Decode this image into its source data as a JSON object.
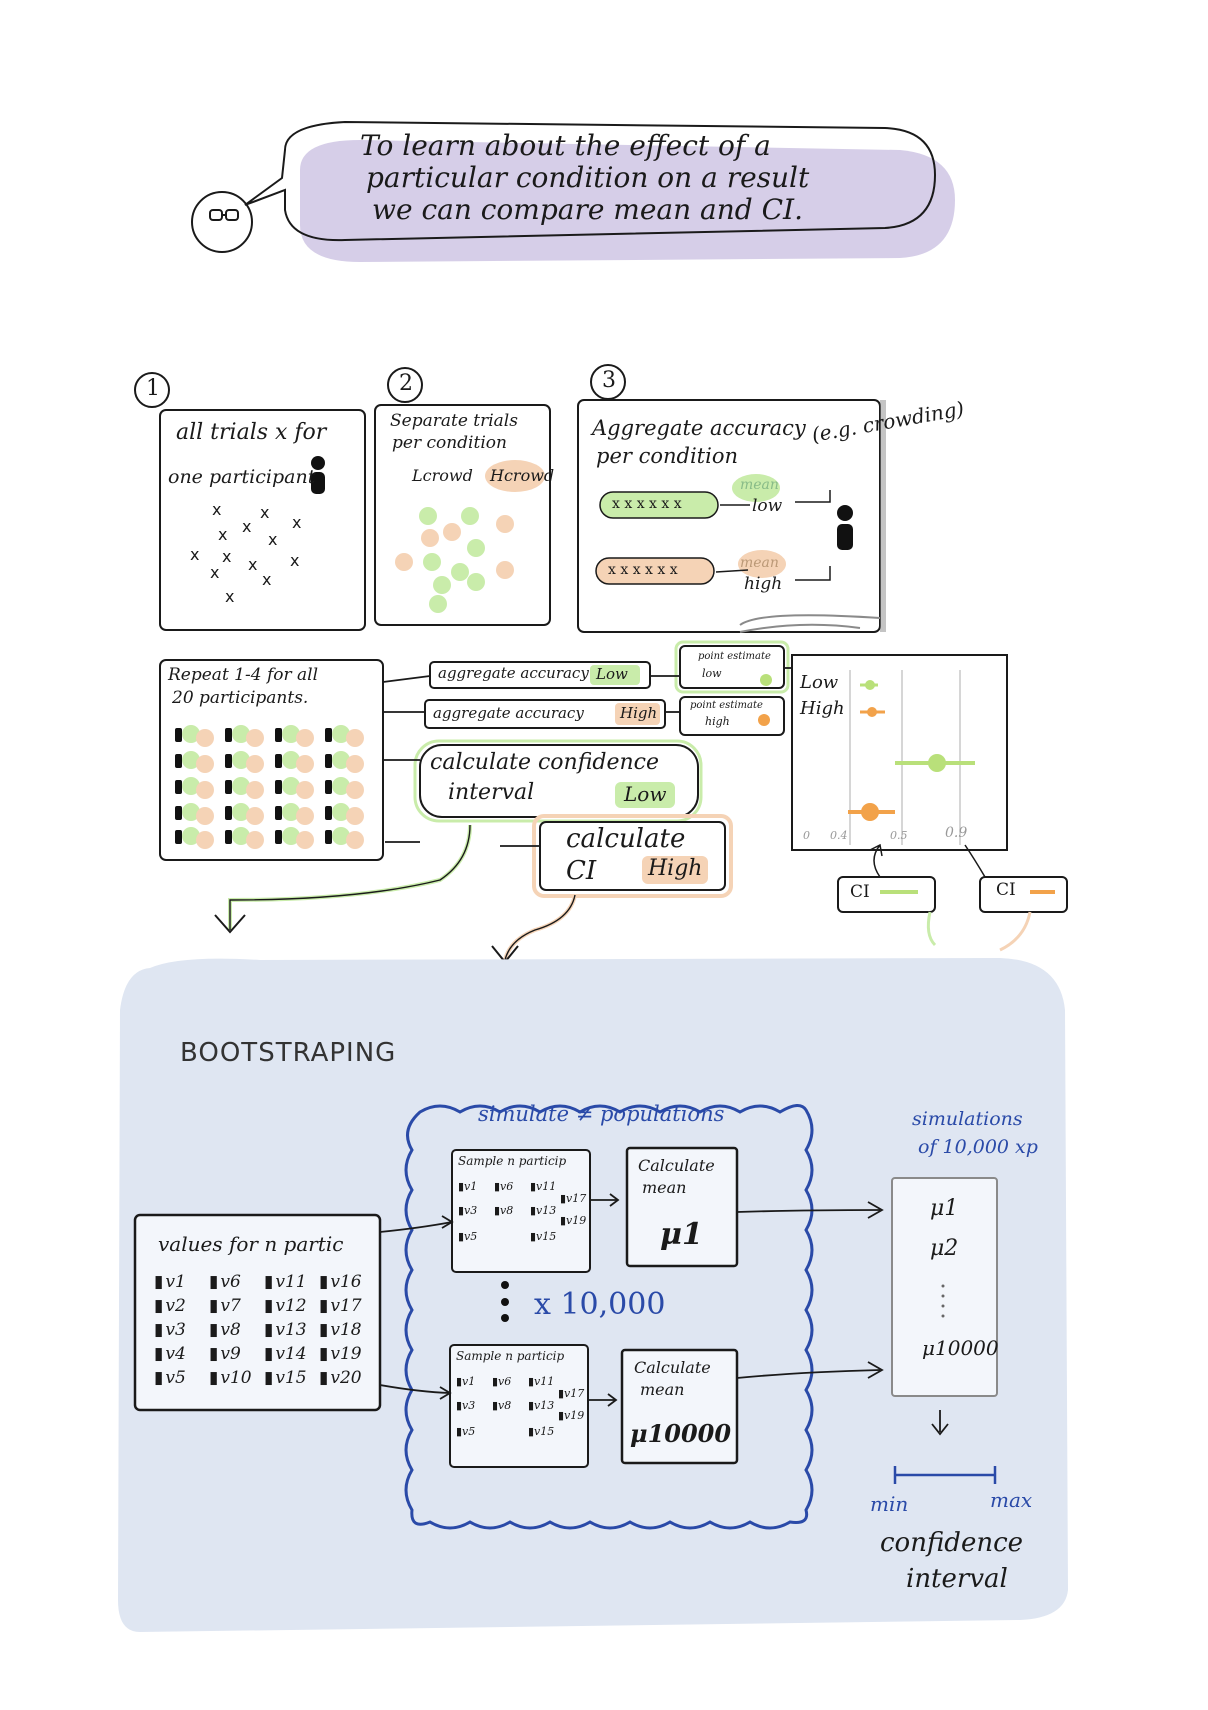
{
  "speech": {
    "line1": "To learn about the effect of a",
    "line2": "particular condition on a result",
    "line3": "we can compare mean and CI."
  },
  "steps": {
    "s1": {
      "num": "1",
      "line1": "all trials x for",
      "line2": "one participant"
    },
    "s2": {
      "num": "2",
      "line1": "Separate trials",
      "line2": "per condition",
      "low": "Lcrowd",
      "high": "Hcrowd"
    },
    "s3": {
      "num": "3",
      "line1": "Aggregate accuracy",
      "line2": "per condition",
      "note": "(e.g. crowding)",
      "mean": "mean",
      "low": "low",
      "high": "high"
    }
  },
  "repeat": {
    "line1": "Repeat 1-4 for all",
    "line2": "20 participants."
  },
  "flow": {
    "agg_low": "aggregate accuracy",
    "agg_low_tag": "Low",
    "agg_high": "aggregate accuracy",
    "agg_high_tag": "High",
    "pe_low_1": "point estimate",
    "pe_low_2": "low",
    "pe_high_1": "point estimate",
    "pe_high_2": "high",
    "ci_low_1": "calculate confidence",
    "ci_low_2": "interval",
    "ci_low_tag": "Low",
    "ci_high_1": "calculate",
    "ci_high_2": "CI",
    "ci_high_tag": "High"
  },
  "plot": {
    "legend_low": "Low",
    "legend_high": "High",
    "ticks": [
      "0",
      "0.4",
      "0.5",
      "0.9"
    ],
    "ci_label": "CI"
  },
  "colors": {
    "green": "#b9e07a",
    "orange": "#f2a24a",
    "purple": "#c9bfe0",
    "panel": "#dfe6f2",
    "ink": "#1a1a1a",
    "blue": "#2a4aa8"
  },
  "boot": {
    "title": "BOOTSTRAPING",
    "sim_title": "simulate ≠ populations",
    "values_title": "values for n partic",
    "values": [
      [
        "v1",
        "v6",
        "v11",
        "v16"
      ],
      [
        "v2",
        "v7",
        "v12",
        "v17"
      ],
      [
        "v3",
        "v8",
        "v13",
        "v18"
      ],
      [
        "v4",
        "v9",
        "v14",
        "v19"
      ],
      [
        "v5",
        "v10",
        "v15",
        "v20"
      ]
    ],
    "sample_title": "Sample n particip",
    "sample_vals": [
      "v1",
      "v6",
      "v11",
      "v17",
      "v3",
      "v8",
      "v13",
      "v19",
      "v5",
      "v15"
    ],
    "calc1": "Calculate",
    "calc2": "mean",
    "mu1": "μ1",
    "mu_last": "μ10000",
    "times": "x 10,000",
    "sims_1": "simulations",
    "sims_2": "of 10,000 xp",
    "list": [
      "μ1",
      "μ2",
      "μ10000"
    ],
    "min": "min",
    "max": "max",
    "conf_1": "confidence",
    "conf_2": "interval"
  }
}
